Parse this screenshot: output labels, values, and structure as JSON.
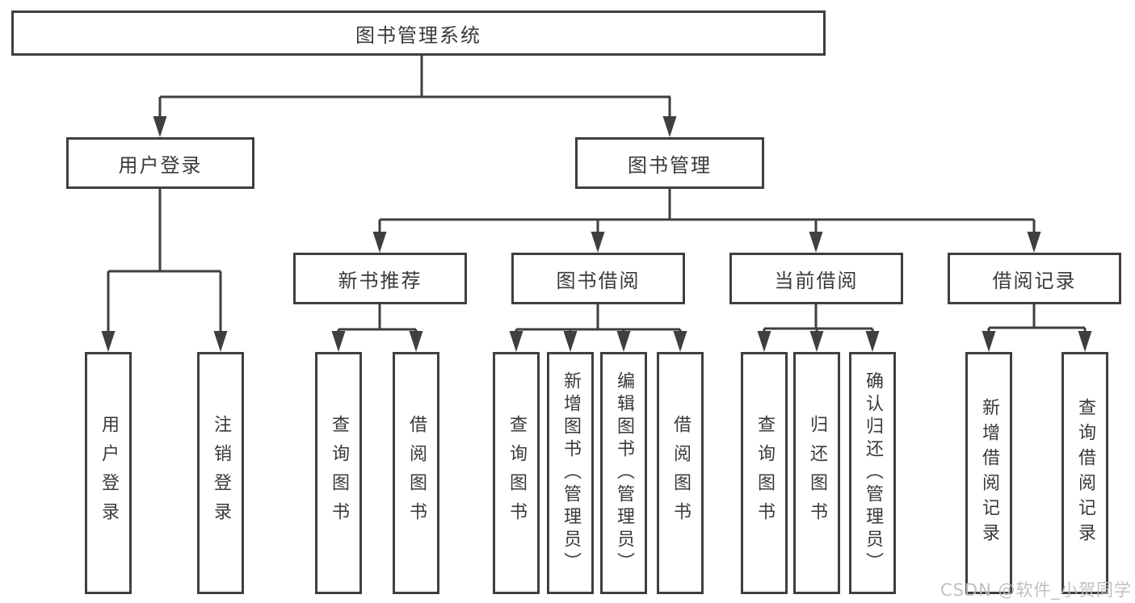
{
  "diagram": {
    "title": "图书管理系统",
    "level1": {
      "user_login": "用户登录",
      "book_management": "图书管理"
    },
    "level2": {
      "new_books": "新书推荐",
      "book_borrowing": "图书借阅",
      "current_borrowing": "当前借阅",
      "borrowing_records": "借阅记录"
    },
    "leaves": {
      "user_login": "用户登录",
      "logout": "注销登录",
      "nb_query_books": "查询图书",
      "nb_borrow_books": "借阅图书",
      "bb_query_books": "查询图书",
      "bb_add_books": "新增图书（管理员）",
      "bb_edit_books": "编辑图书（管理员）",
      "bb_borrow_books": "借阅图书",
      "cb_query_books": "查询图书",
      "cb_return_books": "归还图书",
      "cb_confirm_return": "确认归还（管理员）",
      "br_add_record": "新增借阅记录",
      "br_query_record": "查询借阅记录"
    }
  },
  "watermark": "CSDN @软件_小贺同学",
  "colors": {
    "line": "#3f3f3f",
    "box_border": "#3f3f3f",
    "box_fill": "#ffffff",
    "text": "#3a3a3a",
    "watermark": "#b9bdc2",
    "background": "#ffffff"
  }
}
